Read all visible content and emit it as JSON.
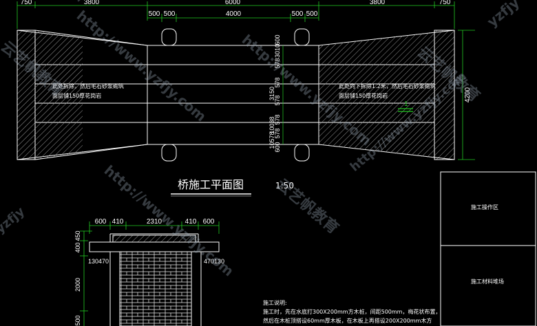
{
  "plan": {
    "top_dims": [
      "750",
      "3800",
      "6000",
      "3800",
      "750"
    ],
    "inner_dims": [
      "500",
      "500",
      "4000",
      "500",
      "500"
    ],
    "right_dim": "4200",
    "mid_dims": [
      "600",
      "578",
      "3010",
      "578",
      "578",
      "3150",
      "578",
      "578",
      "10038",
      "10578",
      "600"
    ],
    "left_note_1": "此处拆除，然后毛石砂浆砌筑",
    "left_note_2": "面层铺150厚花岗岩",
    "right_note_1": "此处向下拆除1.2米，然后毛石砂浆砌筑",
    "right_note_2": "面层铺150厚花岗岩",
    "marker": "1"
  },
  "title": {
    "text": "桥施工平面图",
    "scale": "1:50"
  },
  "section": {
    "top_dims": [
      "600",
      "410",
      "2310",
      "410",
      "600"
    ],
    "left_dims": [
      "450",
      "400",
      "2000",
      "500"
    ],
    "side_left": "130470",
    "side_right": "470130"
  },
  "legend": {
    "cell_1": "施工操作区",
    "cell_2": "施工材料堆场"
  },
  "notes": {
    "heading": "施工说明:",
    "line_1": "施工时，先在水底打300X200mm方木桩，间距500mm，梅花状布置，",
    "line_2": "然后在木桩顶搭设60mm厚木板，在木板上再搭设200X200mm木方"
  },
  "watermark": {
    "url": "http://www.yzfjy.com",
    "brand": "云艺帆教育",
    "short": "yzfjy"
  },
  "colors": {
    "line": "#ffffff",
    "dim_green": "#22cc22",
    "hatch": "#bbbbbb"
  }
}
